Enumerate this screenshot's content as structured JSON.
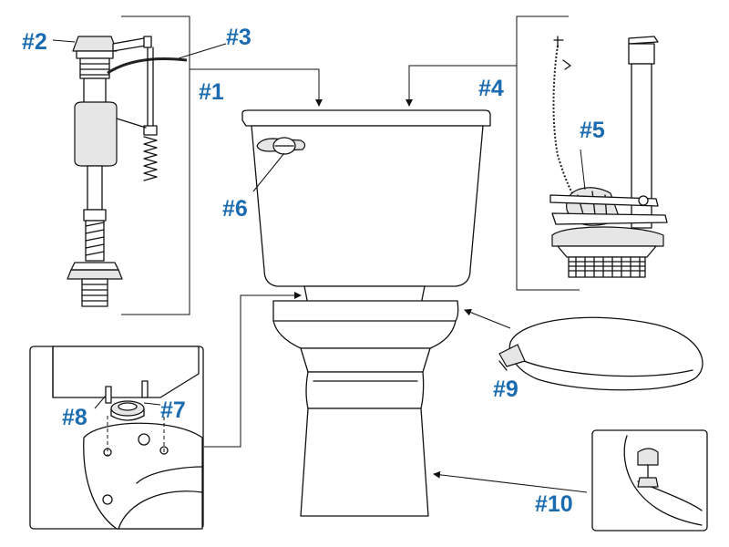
{
  "labels": {
    "p1": "#1",
    "p2": "#2",
    "p3": "#3",
    "p4": "#4",
    "p5": "#5",
    "p6": "#6",
    "p7": "#7",
    "p8": "#8",
    "p9": "#9",
    "p10": "#10"
  },
  "colors": {
    "label": "#1a6bb0",
    "line": "#111111",
    "shade": "#e6e6e6"
  }
}
